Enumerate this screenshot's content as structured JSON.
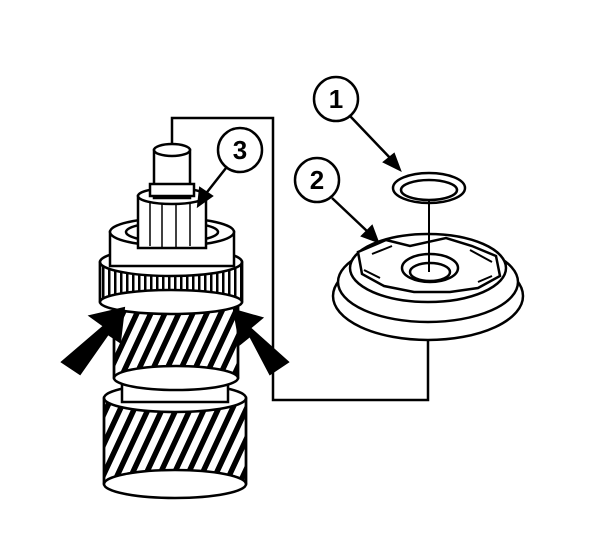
{
  "callouts": [
    {
      "id": "1",
      "label": "1"
    },
    {
      "id": "2",
      "label": "2"
    },
    {
      "id": "3",
      "label": "3"
    }
  ],
  "colors": {
    "ink": "#000000",
    "paper": "#ffffff",
    "shade": "#d9d9d9"
  }
}
